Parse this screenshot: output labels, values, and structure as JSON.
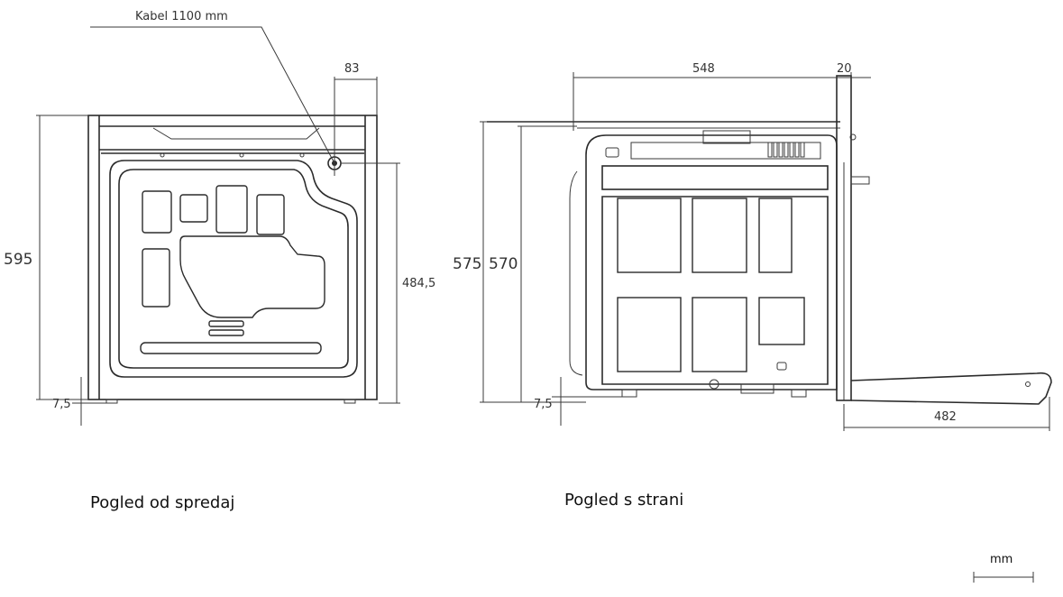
{
  "front_view": {
    "cable_label": "Kabel 1100 mm",
    "dim_cable_offset": "83",
    "dim_height": "595",
    "dim_cable_height": "484,5",
    "dim_feet": "7,5",
    "caption": "Pogled od spredaj"
  },
  "side_view": {
    "dim_depth": "548",
    "dim_front_panel": "20",
    "dim_height_total": "575",
    "dim_height_body": "570",
    "dim_feet": "7,5",
    "dim_door_open": "482",
    "caption": "Pogled s strani"
  },
  "units_label": "mm",
  "colors": {
    "line": "#2b2b2b",
    "text": "#333333"
  }
}
